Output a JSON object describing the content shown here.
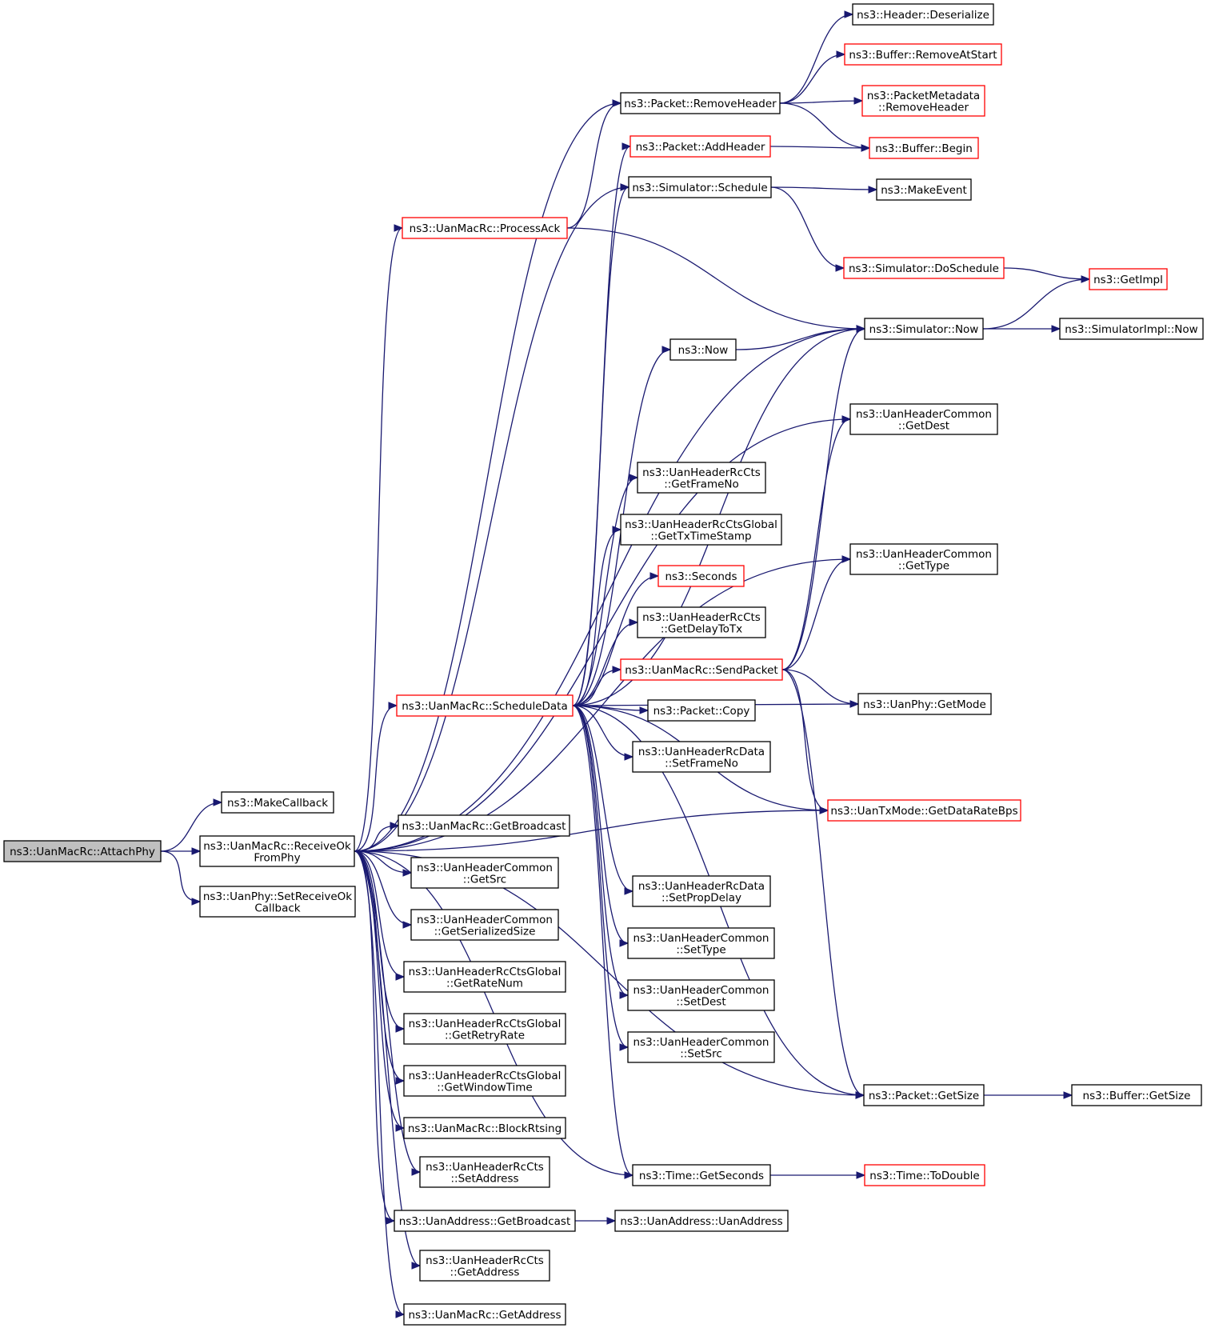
{
  "nodes": [
    {
      "id": "n_attach",
      "lines": [
        "ns3::UanMacRc::AttachPhy"
      ],
      "style": "root"
    },
    {
      "id": "n_makecb",
      "lines": [
        "ns3::MakeCallback"
      ],
      "style": "black"
    },
    {
      "id": "n_recvok",
      "lines": [
        "ns3::UanMacRc::ReceiveOk",
        "FromPhy"
      ],
      "style": "black"
    },
    {
      "id": "n_setrecv",
      "lines": [
        "ns3::UanPhy::SetReceiveOk",
        "Callback"
      ],
      "style": "black"
    },
    {
      "id": "n_processack",
      "lines": [
        "ns3::UanMacRc::ProcessAck"
      ],
      "style": "red"
    },
    {
      "id": "n_scheduledata",
      "lines": [
        "ns3::UanMacRc::ScheduleData"
      ],
      "style": "red"
    },
    {
      "id": "n_getbroadcast_mac",
      "lines": [
        "ns3::UanMacRc::GetBroadcast"
      ],
      "style": "black"
    },
    {
      "id": "n_getsrc",
      "lines": [
        "ns3::UanHeaderCommon",
        "::GetSrc"
      ],
      "style": "black"
    },
    {
      "id": "n_getserial",
      "lines": [
        "ns3::UanHeaderCommon",
        "::GetSerializedSize"
      ],
      "style": "black"
    },
    {
      "id": "n_getratenum",
      "lines": [
        "ns3::UanHeaderRcCtsGlobal",
        "::GetRateNum"
      ],
      "style": "black"
    },
    {
      "id": "n_getretry",
      "lines": [
        "ns3::UanHeaderRcCtsGlobal",
        "::GetRetryRate"
      ],
      "style": "black"
    },
    {
      "id": "n_getwindow",
      "lines": [
        "ns3::UanHeaderRcCtsGlobal",
        "::GetWindowTime"
      ],
      "style": "black"
    },
    {
      "id": "n_blockrts",
      "lines": [
        "ns3::UanMacRc::BlockRtsing"
      ],
      "style": "black"
    },
    {
      "id": "n_setaddress",
      "lines": [
        "ns3::UanHeaderRcCts",
        "::SetAddress"
      ],
      "style": "black"
    },
    {
      "id": "n_addrbroadcast",
      "lines": [
        "ns3::UanAddress::GetBroadcast"
      ],
      "style": "black"
    },
    {
      "id": "n_getaddress_cts",
      "lines": [
        "ns3::UanHeaderRcCts",
        "::GetAddress"
      ],
      "style": "black"
    },
    {
      "id": "n_getaddress_mac",
      "lines": [
        "ns3::UanMacRc::GetAddress"
      ],
      "style": "black"
    },
    {
      "id": "n_removeheader",
      "lines": [
        "ns3::Packet::RemoveHeader"
      ],
      "style": "black"
    },
    {
      "id": "n_addheader",
      "lines": [
        "ns3::Packet::AddHeader"
      ],
      "style": "red"
    },
    {
      "id": "n_schedule",
      "lines": [
        "ns3::Simulator::Schedule"
      ],
      "style": "black"
    },
    {
      "id": "n_now",
      "lines": [
        "ns3::Now"
      ],
      "style": "black"
    },
    {
      "id": "n_getframeno",
      "lines": [
        "ns3::UanHeaderRcCts",
        "::GetFrameNo"
      ],
      "style": "black"
    },
    {
      "id": "n_gettxts",
      "lines": [
        "ns3::UanHeaderRcCtsGlobal",
        "::GetTxTimeStamp"
      ],
      "style": "black"
    },
    {
      "id": "n_seconds",
      "lines": [
        "ns3::Seconds"
      ],
      "style": "red"
    },
    {
      "id": "n_getdelay",
      "lines": [
        "ns3::UanHeaderRcCts",
        "::GetDelayToTx"
      ],
      "style": "black"
    },
    {
      "id": "n_sendpacket",
      "lines": [
        "ns3::UanMacRc::SendPacket"
      ],
      "style": "red"
    },
    {
      "id": "n_copy",
      "lines": [
        "ns3::Packet::Copy"
      ],
      "style": "black"
    },
    {
      "id": "n_setframeno",
      "lines": [
        "ns3::UanHeaderRcData",
        "::SetFrameNo"
      ],
      "style": "black"
    },
    {
      "id": "n_setprop",
      "lines": [
        "ns3::UanHeaderRcData",
        "::SetPropDelay"
      ],
      "style": "black"
    },
    {
      "id": "n_settype",
      "lines": [
        "ns3::UanHeaderCommon",
        "::SetType"
      ],
      "style": "black"
    },
    {
      "id": "n_setdest",
      "lines": [
        "ns3::UanHeaderCommon",
        "::SetDest"
      ],
      "style": "black"
    },
    {
      "id": "n_setsrc",
      "lines": [
        "ns3::UanHeaderCommon",
        "::SetSrc"
      ],
      "style": "black"
    },
    {
      "id": "n_getseconds",
      "lines": [
        "ns3::Time::GetSeconds"
      ],
      "style": "black"
    },
    {
      "id": "n_uanaddress",
      "lines": [
        "ns3::UanAddress::UanAddress"
      ],
      "style": "black"
    },
    {
      "id": "n_deserialize",
      "lines": [
        "ns3::Header::Deserialize"
      ],
      "style": "black"
    },
    {
      "id": "n_removeatstart",
      "lines": [
        "ns3::Buffer::RemoveAtStart"
      ],
      "style": "red"
    },
    {
      "id": "n_metaremove",
      "lines": [
        "ns3::PacketMetadata",
        "::RemoveHeader"
      ],
      "style": "red"
    },
    {
      "id": "n_bufbegin",
      "lines": [
        "ns3::Buffer::Begin"
      ],
      "style": "red"
    },
    {
      "id": "n_makeevent",
      "lines": [
        "ns3::MakeEvent"
      ],
      "style": "black"
    },
    {
      "id": "n_doschedule",
      "lines": [
        "ns3::Simulator::DoSchedule"
      ],
      "style": "red"
    },
    {
      "id": "n_simnow",
      "lines": [
        "ns3::Simulator::Now"
      ],
      "style": "black"
    },
    {
      "id": "n_getdest",
      "lines": [
        "ns3::UanHeaderCommon",
        "::GetDest"
      ],
      "style": "black"
    },
    {
      "id": "n_gettype",
      "lines": [
        "ns3::UanHeaderCommon",
        "::GetType"
      ],
      "style": "black"
    },
    {
      "id": "n_getmode",
      "lines": [
        "ns3::UanPhy::GetMode"
      ],
      "style": "black"
    },
    {
      "id": "n_datarate",
      "lines": [
        "ns3::UanTxMode::GetDataRateBps"
      ],
      "style": "red"
    },
    {
      "id": "n_getsize",
      "lines": [
        "ns3::Packet::GetSize"
      ],
      "style": "black"
    },
    {
      "id": "n_todouble",
      "lines": [
        "ns3::Time::ToDouble"
      ],
      "style": "red"
    },
    {
      "id": "n_getimpl",
      "lines": [
        "ns3::GetImpl"
      ],
      "style": "red"
    },
    {
      "id": "n_implnow",
      "lines": [
        "ns3::SimulatorImpl::Now"
      ],
      "style": "black"
    },
    {
      "id": "n_bufsize",
      "lines": [
        "ns3::Buffer::GetSize"
      ],
      "style": "black"
    }
  ],
  "edges": [
    [
      "n_attach",
      "n_makecb"
    ],
    [
      "n_attach",
      "n_recvok"
    ],
    [
      "n_attach",
      "n_setrecv"
    ],
    [
      "n_recvok",
      "n_removeheader"
    ],
    [
      "n_recvok",
      "n_schedule"
    ],
    [
      "n_recvok",
      "n_processack"
    ],
    [
      "n_recvok",
      "n_simnow"
    ],
    [
      "n_recvok",
      "n_getdest"
    ],
    [
      "n_recvok",
      "n_gettype"
    ],
    [
      "n_recvok",
      "n_scheduledata"
    ],
    [
      "n_recvok",
      "n_getbroadcast_mac"
    ],
    [
      "n_recvok",
      "n_getsrc"
    ],
    [
      "n_recvok",
      "n_getserial"
    ],
    [
      "n_recvok",
      "n_getratenum"
    ],
    [
      "n_recvok",
      "n_getretry"
    ],
    [
      "n_recvok",
      "n_getwindow"
    ],
    [
      "n_recvok",
      "n_blockrts"
    ],
    [
      "n_recvok",
      "n_setaddress"
    ],
    [
      "n_recvok",
      "n_addrbroadcast"
    ],
    [
      "n_recvok",
      "n_getaddress_cts"
    ],
    [
      "n_recvok",
      "n_getaddress_mac"
    ],
    [
      "n_recvok",
      "n_datarate"
    ],
    [
      "n_recvok",
      "n_getsize"
    ],
    [
      "n_recvok",
      "n_getseconds"
    ],
    [
      "n_processack",
      "n_removeheader"
    ],
    [
      "n_processack",
      "n_simnow"
    ],
    [
      "n_scheduledata",
      "n_addheader"
    ],
    [
      "n_scheduledata",
      "n_schedule"
    ],
    [
      "n_scheduledata",
      "n_simnow"
    ],
    [
      "n_scheduledata",
      "n_now"
    ],
    [
      "n_scheduledata",
      "n_getframeno"
    ],
    [
      "n_scheduledata",
      "n_gettxts"
    ],
    [
      "n_scheduledata",
      "n_seconds"
    ],
    [
      "n_scheduledata",
      "n_getdelay"
    ],
    [
      "n_scheduledata",
      "n_sendpacket"
    ],
    [
      "n_scheduledata",
      "n_copy"
    ],
    [
      "n_scheduledata",
      "n_setframeno"
    ],
    [
      "n_scheduledata",
      "n_getmode"
    ],
    [
      "n_scheduledata",
      "n_datarate"
    ],
    [
      "n_scheduledata",
      "n_setprop"
    ],
    [
      "n_scheduledata",
      "n_settype"
    ],
    [
      "n_scheduledata",
      "n_setdest"
    ],
    [
      "n_scheduledata",
      "n_setsrc"
    ],
    [
      "n_scheduledata",
      "n_getsize"
    ],
    [
      "n_scheduledata",
      "n_getseconds"
    ],
    [
      "n_removeheader",
      "n_deserialize"
    ],
    [
      "n_removeheader",
      "n_removeatstart"
    ],
    [
      "n_removeheader",
      "n_metaremove"
    ],
    [
      "n_removeheader",
      "n_bufbegin"
    ],
    [
      "n_addheader",
      "n_bufbegin"
    ],
    [
      "n_schedule",
      "n_makeevent"
    ],
    [
      "n_schedule",
      "n_doschedule"
    ],
    [
      "n_doschedule",
      "n_getimpl"
    ],
    [
      "n_now",
      "n_simnow"
    ],
    [
      "n_simnow",
      "n_getimpl"
    ],
    [
      "n_simnow",
      "n_implnow"
    ],
    [
      "n_sendpacket",
      "n_simnow"
    ],
    [
      "n_sendpacket",
      "n_getdest"
    ],
    [
      "n_sendpacket",
      "n_gettype"
    ],
    [
      "n_sendpacket",
      "n_getmode"
    ],
    [
      "n_sendpacket",
      "n_datarate"
    ],
    [
      "n_sendpacket",
      "n_getsize"
    ],
    [
      "n_getseconds",
      "n_todouble"
    ],
    [
      "n_addrbroadcast",
      "n_uanaddress"
    ],
    [
      "n_getsize",
      "n_bufsize"
    ]
  ]
}
